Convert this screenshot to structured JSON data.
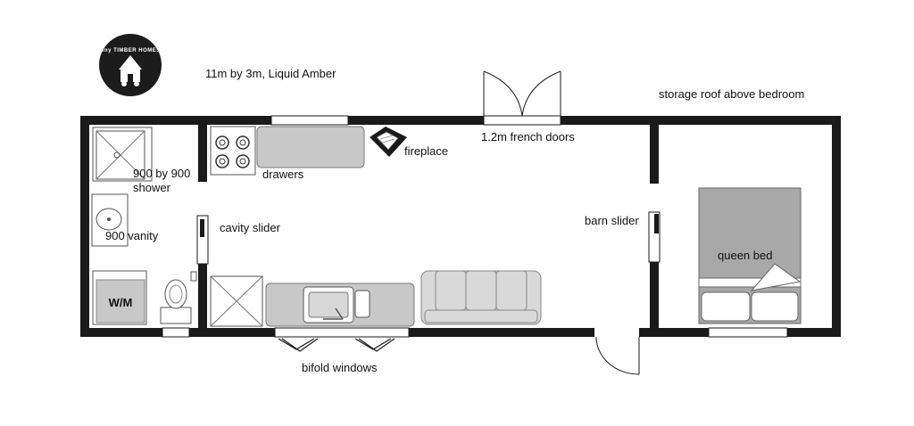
{
  "logo": {
    "text": "tiny TIMBER HOMES"
  },
  "plan": {
    "title": "11m by 3m, Liquid Amber",
    "storage_note": "storage roof above bedroom",
    "labels": {
      "french_doors": "1.2m french doors",
      "fireplace": "fireplace",
      "drawers": "drawers",
      "shower_line1": "900 by 900",
      "shower_line2": "shower",
      "vanity": "900 vanity",
      "cavity_slider": "cavity slider",
      "wm": "W/M",
      "bifold": "bifold windows",
      "barn_slider": "barn slider",
      "queen_bed": "queen bed"
    }
  },
  "colors": {
    "wall": "#1a1a1a",
    "fixture_fill": "#c8c8c8",
    "bed_fill": "#a8a8a8",
    "logo_bg": "#1c1c1c"
  }
}
